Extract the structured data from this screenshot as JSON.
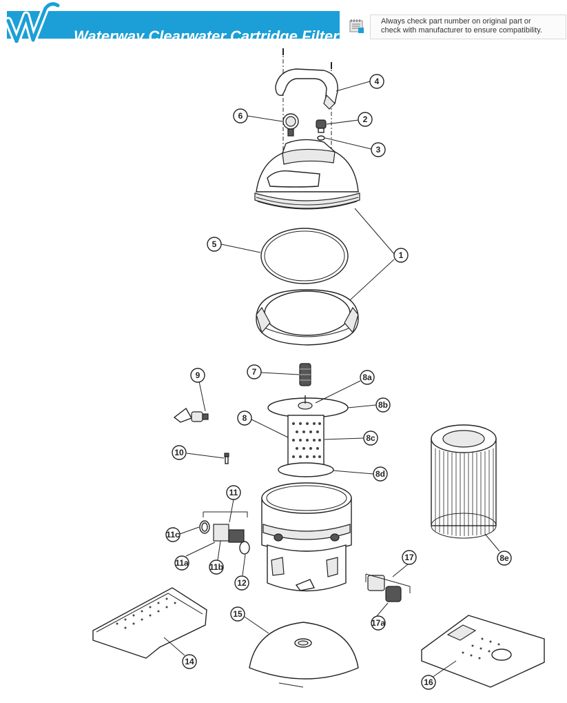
{
  "header": {
    "title": "Waterway Clearwater Cartridge Filter",
    "note_line1": "Always check part number on original part or",
    "note_line2": "check with manufacturer to ensure compatibility."
  },
  "colors": {
    "banner": "#1b9fd6",
    "line": "#222222"
  },
  "icons": {
    "logo": "waterway-w-logo",
    "note": "notepad-icon"
  },
  "callouts": {
    "c1": "1",
    "c2": "2",
    "c3": "3",
    "c4": "4",
    "c5": "5",
    "c6": "6",
    "c7": "7",
    "c8": "8",
    "c8a": "8a",
    "c8b": "8b",
    "c8c": "8c",
    "c8d": "8d",
    "c8e": "8e",
    "c9": "9",
    "c10": "10",
    "c11": "11",
    "c11a": "11a",
    "c11b": "11b",
    "c11c": "11c",
    "c12": "12",
    "c14": "14",
    "c15": "15",
    "c16": "16",
    "c17": "17",
    "c17a": "17a"
  }
}
